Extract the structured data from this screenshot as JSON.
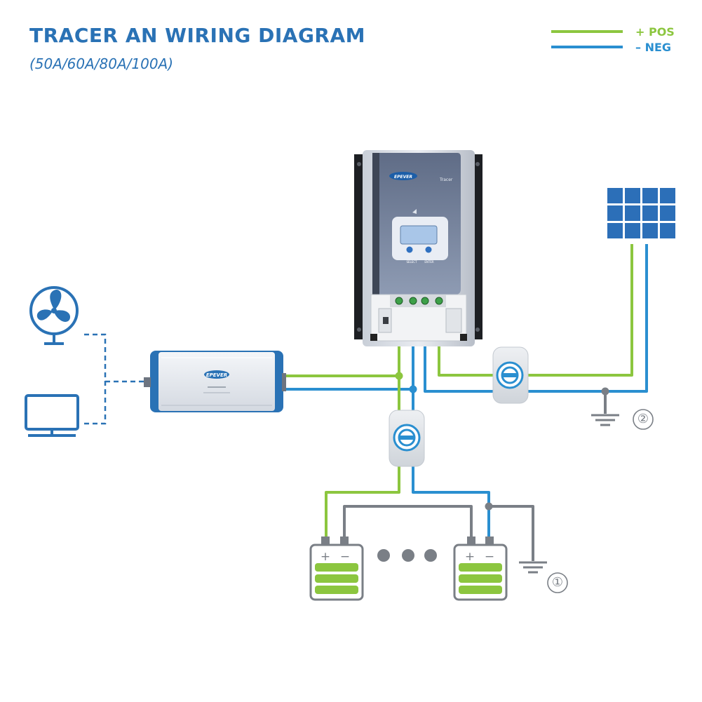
{
  "title": "TRACER AN WIRING DIAGRAM",
  "subtitle": "(50A/60A/80A/100A)",
  "legend": {
    "positive_label": "+ POS",
    "negative_label": "– NEG",
    "positive_color": "#8cc63f",
    "negative_color": "#2a8fd0"
  },
  "controller": {
    "brand": "EPEVER",
    "model": "Tracer",
    "button_select": "SELECT",
    "button_enter": "ENTER"
  },
  "inverter": {
    "brand": "EPEVER"
  },
  "ground_markers": {
    "marker_1": "①",
    "marker_2": "②"
  },
  "battery_terminals": {
    "plus": "+",
    "minus": "−"
  },
  "icons": [
    "fan-icon",
    "monitor-icon",
    "solar-panel-icon",
    "ground-icon",
    "battery-icon",
    "breaker-icon",
    "inverter-icon",
    "controller-icon"
  ]
}
